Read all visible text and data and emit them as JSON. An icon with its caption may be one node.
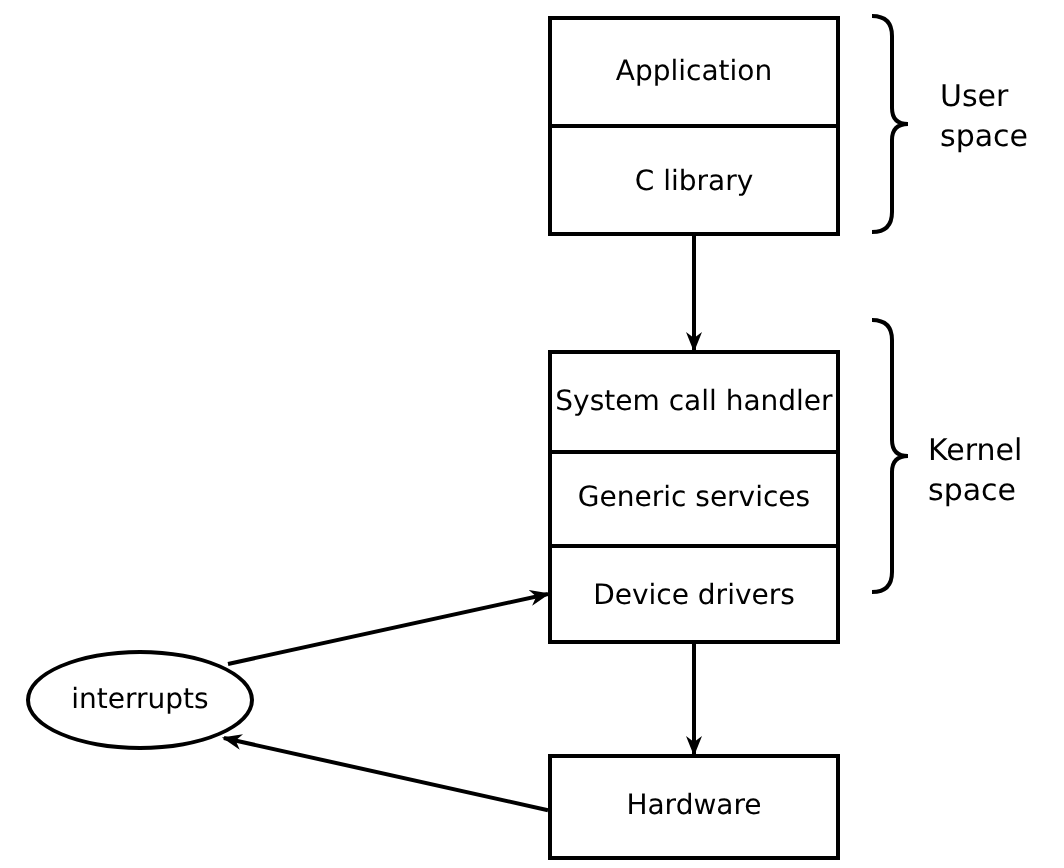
{
  "diagram": {
    "nodes": [
      {
        "text": [],
        "shape": "box"
      },
      {
        "text": [
          "Application"
        ],
        "in": 0
      },
      {
        "text": [
          "C library"
        ],
        "in": 0
      },
      {
        "text": [],
        "shape": "box"
      },
      {
        "text": [
          "System call handler"
        ],
        "in": 3
      },
      {
        "text": [
          "Generic services"
        ],
        "in": 3
      },
      {
        "text": [
          "Device drivers"
        ],
        "in": 3
      },
      {
        "text": [
          "Hardware"
        ]
      },
      {
        "text": [
          "interrupts"
        ]
      }
    ],
    "edges": [
      {
        "from": 2,
        "to": 4,
        "arrow": "to"
      },
      {
        "from": 6,
        "to": 7,
        "arrow": "to"
      },
      {
        "from": 8,
        "to": 6,
        "arrow": "to"
      },
      {
        "from": 7,
        "to": 8,
        "arrow": "to"
      }
    ],
    "labels": [
      "User space",
      "Kernel space"
    ]
  }
}
